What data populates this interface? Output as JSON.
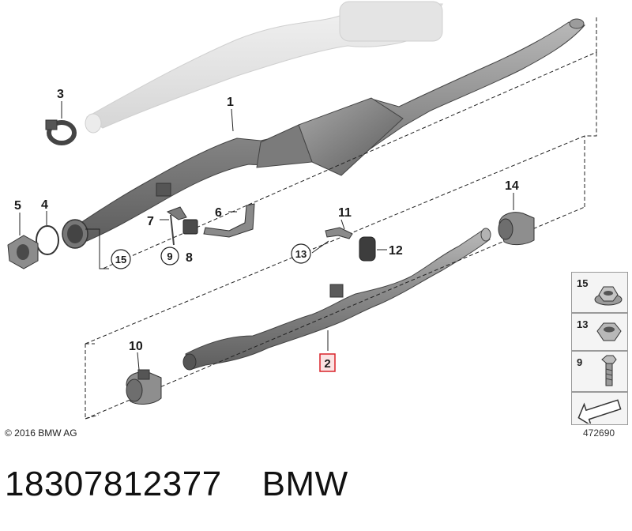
{
  "diagram": {
    "copyright": "© 2016 BMW AG",
    "diagram_id": "472690",
    "part_number_line": "18307812377    BMW",
    "callouts": {
      "c1": "1",
      "c2": "2",
      "c3": "3",
      "c4": "4",
      "c5": "5",
      "c6": "6",
      "c7": "7",
      "c8": "8",
      "c9": "9",
      "c10": "10",
      "c11": "11",
      "c12": "12",
      "c13": "13",
      "c14": "14",
      "c15": "15"
    },
    "highlighted_callout": "2",
    "legend": [
      {
        "label": "15",
        "icon": "flange-nut-icon"
      },
      {
        "label": "13",
        "icon": "hex-nut-icon"
      },
      {
        "label": "9",
        "icon": "bolt-icon"
      },
      {
        "label": "",
        "icon": "arrow-icon"
      }
    ],
    "colors": {
      "highlight": "#d9232a",
      "pipe": "#8e8e8e",
      "ghost_pipe": "#e2e2e2"
    }
  }
}
